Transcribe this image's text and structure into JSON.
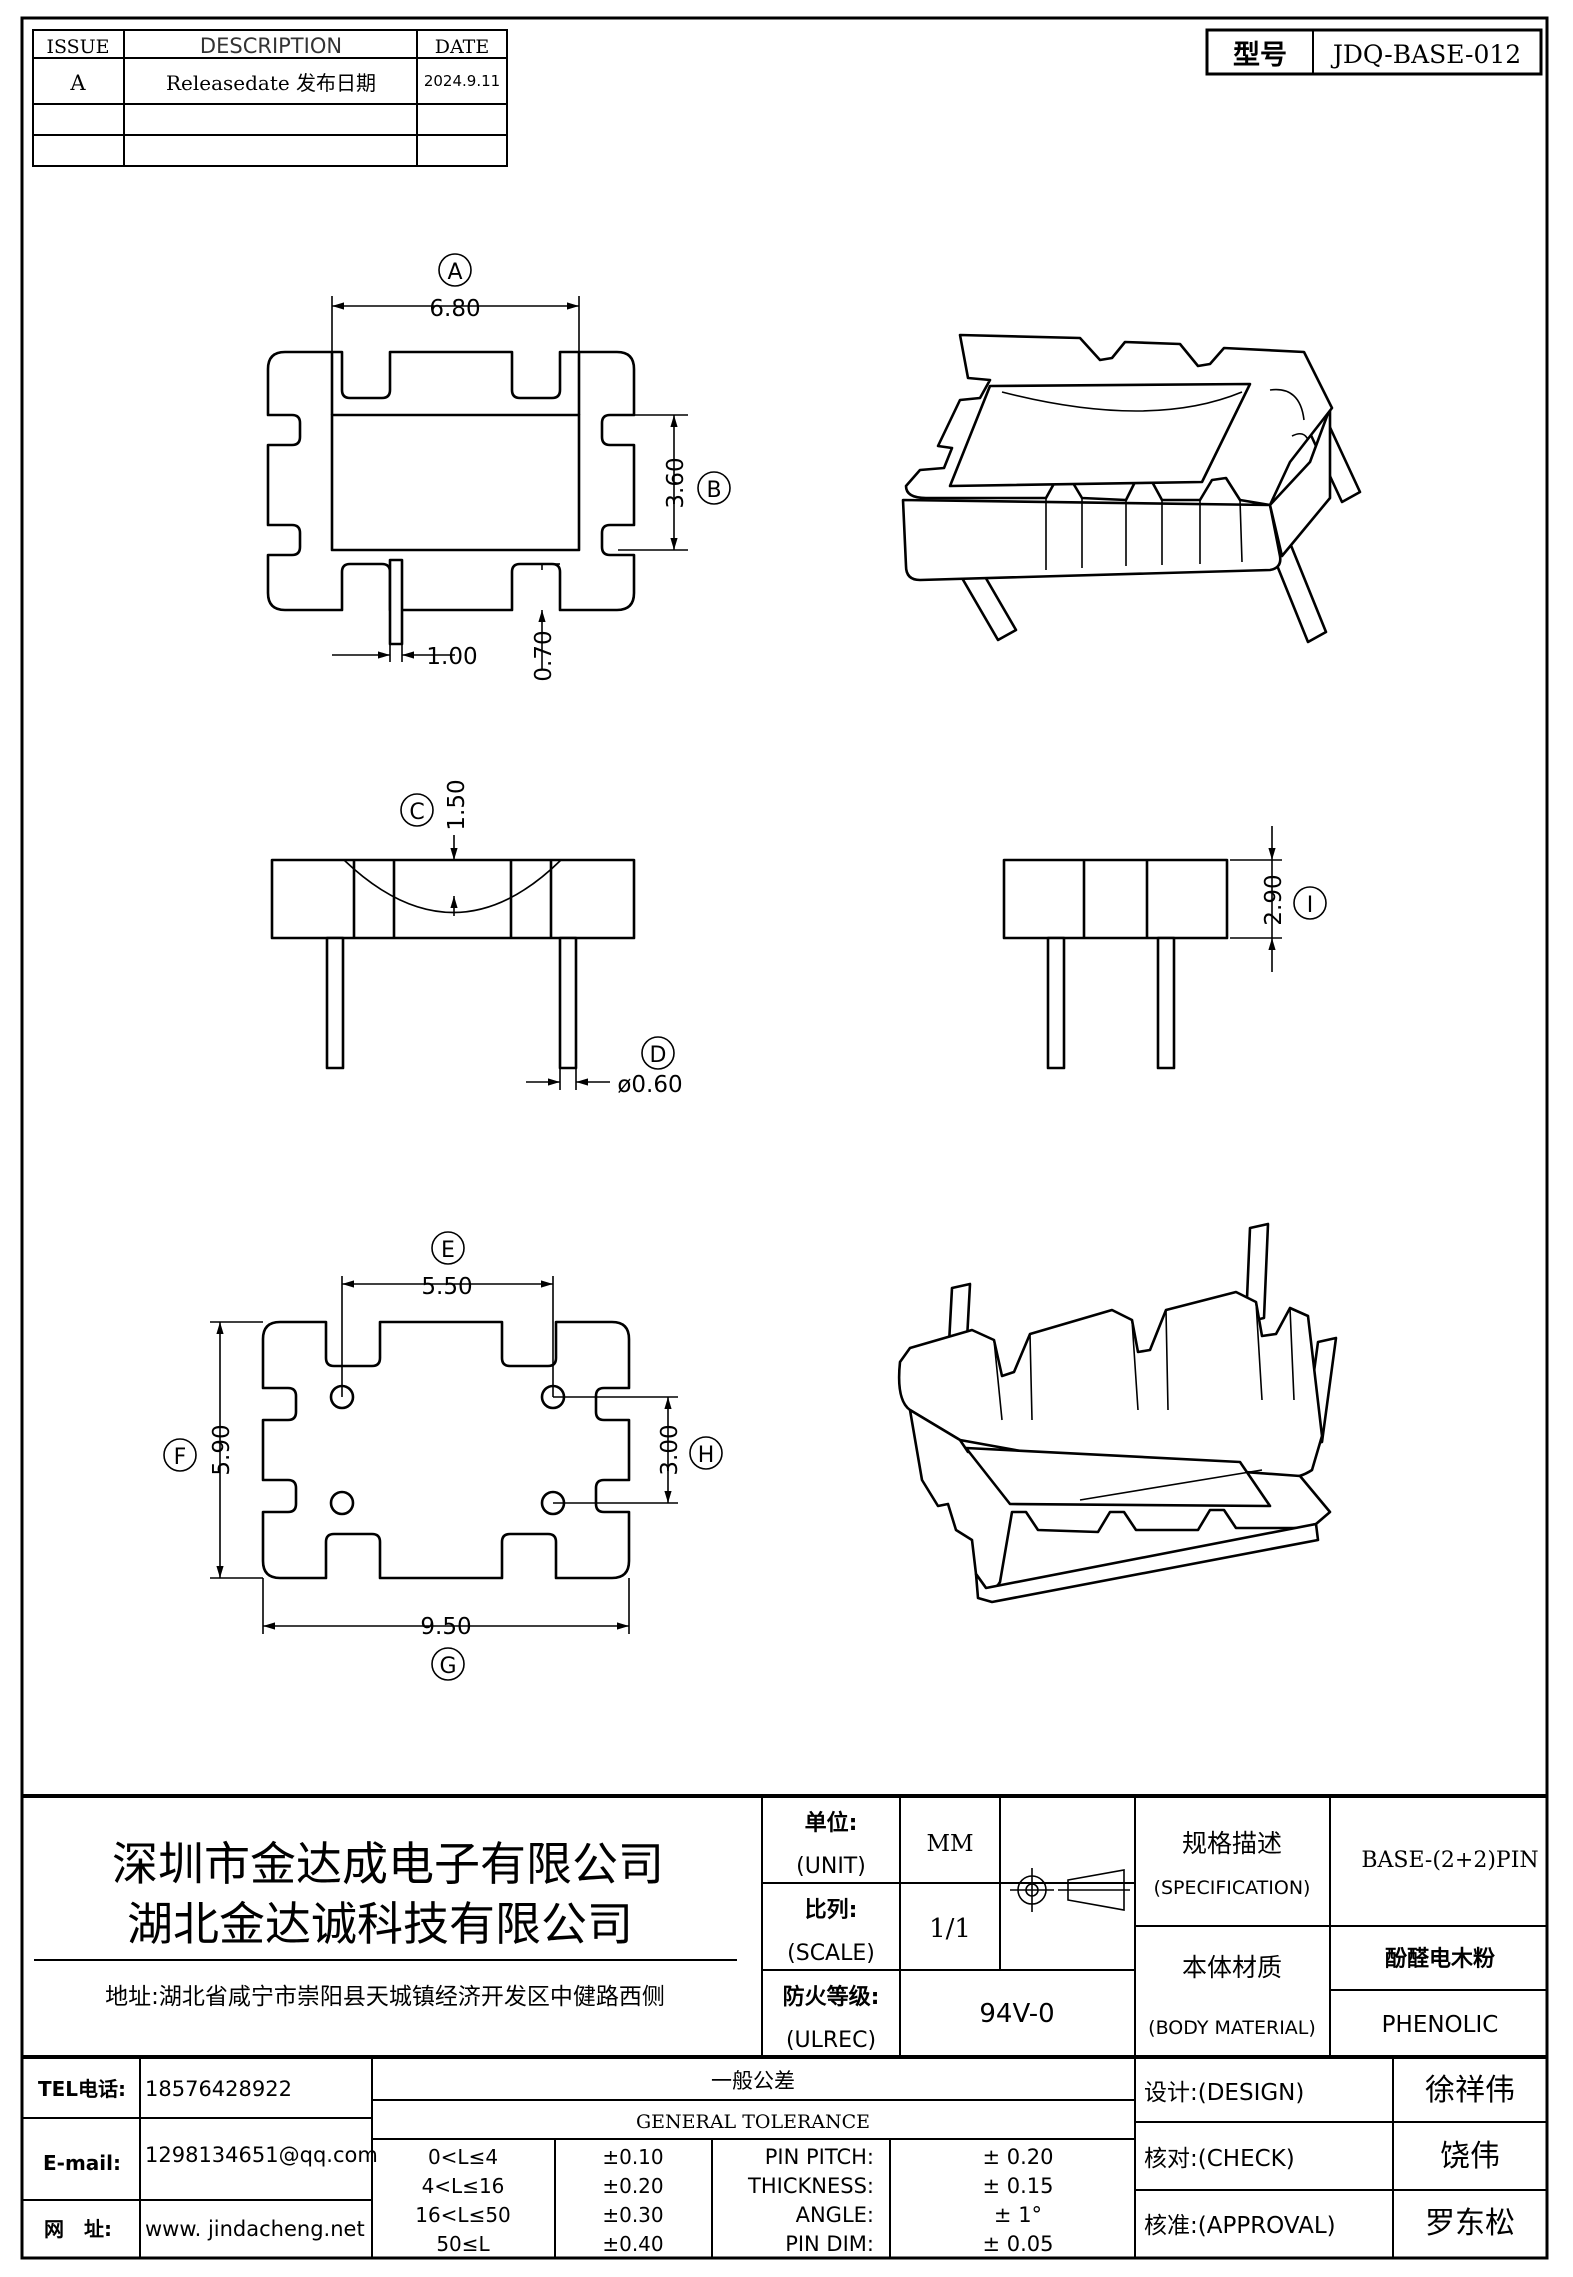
{
  "revision_table": {
    "headers": [
      "ISSUE",
      "DESCRIPTION",
      "DATE"
    ],
    "rows": [
      [
        "A",
        "Releasedate 发布日期",
        "2024.9.11"
      ]
    ]
  },
  "model": {
    "label": "型号",
    "value": "JDQ-BASE-012"
  },
  "dimensions": {
    "A": "6.80",
    "B": "3.60",
    "pin_w": "1.00",
    "slot": "0.70",
    "C": "1.50",
    "D": "ø0.60",
    "I": "2.90",
    "E": "5.50",
    "F": "5.90",
    "G": "9.50",
    "H": "3.00"
  },
  "labels": {
    "A": "A",
    "B": "B",
    "C": "C",
    "D": "D",
    "E": "E",
    "F": "F",
    "G": "G",
    "H": "H",
    "I": "I"
  },
  "title_block": {
    "company_cn_1": "深圳市金达成电子有限公司",
    "company_cn_2": "湖北金达诚科技有限公司",
    "address": "地址:湖北省咸宁市崇阳县天城镇经济开发区中健路西侧",
    "unit_label": "单位:",
    "unit_label_en": "(UNIT)",
    "unit_value": "MM",
    "scale_label": "比列:",
    "scale_label_en": "(SCALE)",
    "scale_value": "1/1",
    "fire_label": "防火等级:",
    "fire_label_en": "(ULREC)",
    "fire_value": "94V-0",
    "spec_label": "规格描述",
    "spec_label_en": "(SPECIFICATION)",
    "spec_value": "BASE-(2+2)PIN",
    "material_label": "本体材质",
    "material_label_en": "(BODY MATERIAL)",
    "material_value_cn": "酚醛电木粉",
    "material_value_en": "PHENOLIC",
    "tel_label": "TEL电话:",
    "tel_value": "18576428922",
    "email_label": "E-mail:",
    "email_value": "1298134651@qq.com",
    "web_label": "网　址:",
    "web_value": "www. jindacheng.net",
    "tol_title_cn": "一般公差",
    "tol_title_en": "GENERAL TOLERANCE",
    "tolerances": [
      [
        "0<L≤4",
        "±0.10",
        "PIN PITCH:",
        "± 0.20"
      ],
      [
        "4<L≤16",
        "±0.20",
        "THICKNESS:",
        "± 0.15"
      ],
      [
        "16<L≤50",
        "±0.30",
        "ANGLE:",
        "± 1°"
      ],
      [
        "50≤L",
        "±0.40",
        "PIN DIM:",
        "± 0.05"
      ]
    ],
    "design_label": "设计:(DESIGN)",
    "design_value": "徐祥伟",
    "check_label": "核对:(CHECK)",
    "check_value": "饶伟",
    "approval_label": "核准:(APPROVAL)",
    "approval_value": "罗东松"
  }
}
